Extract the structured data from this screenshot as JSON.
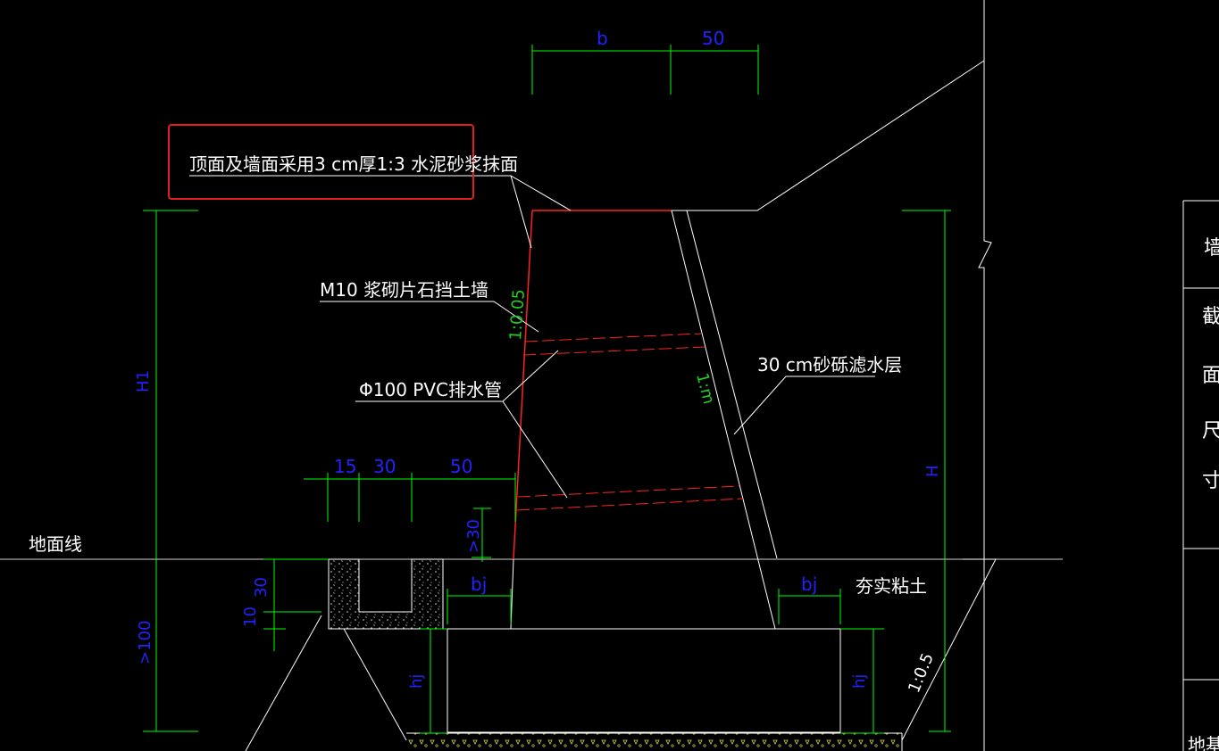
{
  "annotations": {
    "surface_note": "顶面及墙面采用3 cm厚1:3 水泥砂浆抹面",
    "wall_material": "M10 浆砌片石挡土墙",
    "drain_pipe": "Φ100 PVC排水管",
    "filter_layer": "30 cm砂砾滤水层",
    "ground_line": "地面线",
    "compacted_clay": "夯实粘土"
  },
  "dimensions": {
    "top_b": "b",
    "top_50": "50",
    "gutter_15": "15",
    "gutter_30": "30",
    "gutter_50": "50",
    "ge30": ">30",
    "h1": "H1",
    "h": "H",
    "ge100": ">100",
    "ditch_30": "30",
    "ditch_10": "10",
    "bj_left": "bj",
    "bj_right": "bj",
    "hj_left": "hj",
    "hj_right": "hj"
  },
  "slopes": {
    "front": "1:0.05",
    "back": "1:m",
    "excavation": "1:0.5"
  },
  "table": {
    "c1": "墙",
    "c2": "截",
    "c3": "面",
    "c4": "尺",
    "c5": "寸",
    "c6": "地基承"
  },
  "colors": {
    "background": "#000000",
    "linework": "#ffffff",
    "dimension": "#00ff00",
    "dim_text": "#2222ff",
    "wall_face": "#ff2222",
    "highlight_box": "#e02020"
  }
}
